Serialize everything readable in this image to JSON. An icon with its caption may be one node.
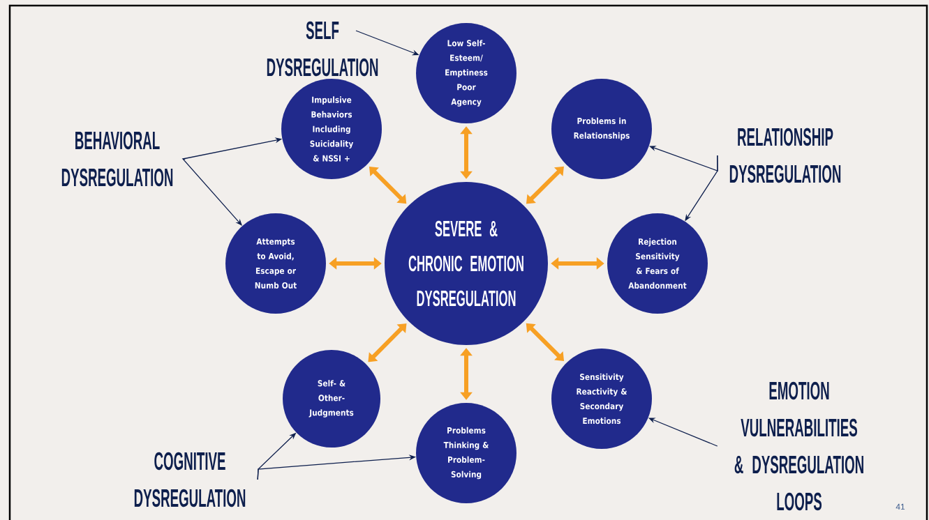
{
  "diagram": {
    "nodes": [
      {
        "text": [
          "SEVERE & CHRONIC EMOTION DYSREGULATION"
        ]
      },
      {
        "text": [
          "Low Self- Esteem/ Emptiness Poor Agency"
        ]
      },
      {
        "text": [
          "Impulsive Behaviors Including Suicidality & NSSI +"
        ]
      },
      {
        "text": [
          "Problems in Relationships"
        ]
      },
      {
        "text": [
          "Attempts to Avoid, Escape or Numb Out"
        ]
      },
      {
        "text": [
          "Rejection Sensitivity & Fears of Abandonment"
        ]
      },
      {
        "text": [
          "Self- & Other- Judgments"
        ]
      },
      {
        "text": [
          "Problems Thinking & Problem- Solving"
        ]
      },
      {
        "text": [
          "Sensitivity Reactivity & Secondary Emotions"
        ]
      },
      {
        "text": [
          "SELF DYSREGULATION"
        ]
      },
      {
        "text": [
          "BEHAVIORAL DYSREGULATION"
        ]
      },
      {
        "text": [
          "RELATIONSHIP DYSREGULATION"
        ]
      },
      {
        "text": [
          "COGNITIVE DYSREGULATION"
        ]
      },
      {
        "text": [
          "EMOTION VULNERABILITIES & DYSREGULATION LOOPS"
        ]
      }
    ],
    "edges": [
      {
        "from": 0,
        "to": 1,
        "arrow": "both",
        "style": "thick",
        "color": "#f7a024"
      },
      {
        "from": 0,
        "to": 2,
        "arrow": "both",
        "style": "thick",
        "color": "#f7a024"
      },
      {
        "from": 0,
        "to": 3,
        "arrow": "both",
        "style": "thick",
        "color": "#f7a024"
      },
      {
        "from": 0,
        "to": 4,
        "arrow": "both",
        "style": "thick",
        "color": "#f7a024"
      },
      {
        "from": 0,
        "to": 5,
        "arrow": "both",
        "style": "thick",
        "color": "#f7a024"
      },
      {
        "from": 0,
        "to": 6,
        "arrow": "both",
        "style": "thick",
        "color": "#f7a024"
      },
      {
        "from": 0,
        "to": 7,
        "arrow": "both",
        "style": "thick",
        "color": "#f7a024"
      },
      {
        "from": 0,
        "to": 8,
        "arrow": "both",
        "style": "thick",
        "color": "#f7a024"
      },
      {
        "from": 9,
        "to": 1,
        "arrow": "to",
        "color": "#0e1f4d"
      },
      {
        "from": 10,
        "to": 2,
        "arrow": "to",
        "color": "#0e1f4d"
      },
      {
        "from": 10,
        "to": 4,
        "arrow": "to",
        "color": "#0e1f4d"
      },
      {
        "from": 11,
        "to": 3,
        "arrow": "to",
        "color": "#0e1f4d"
      },
      {
        "from": 11,
        "to": 5,
        "arrow": "to",
        "color": "#0e1f4d"
      },
      {
        "from": 12,
        "to": 6,
        "arrow": "to",
        "color": "#0e1f4d"
      },
      {
        "from": 12,
        "to": 7,
        "arrow": "to",
        "color": "#0e1f4d"
      },
      {
        "from": 13,
        "to": 8,
        "arrow": "to",
        "color": "#0e1f4d"
      }
    ],
    "labels": [
      "41"
    ]
  }
}
